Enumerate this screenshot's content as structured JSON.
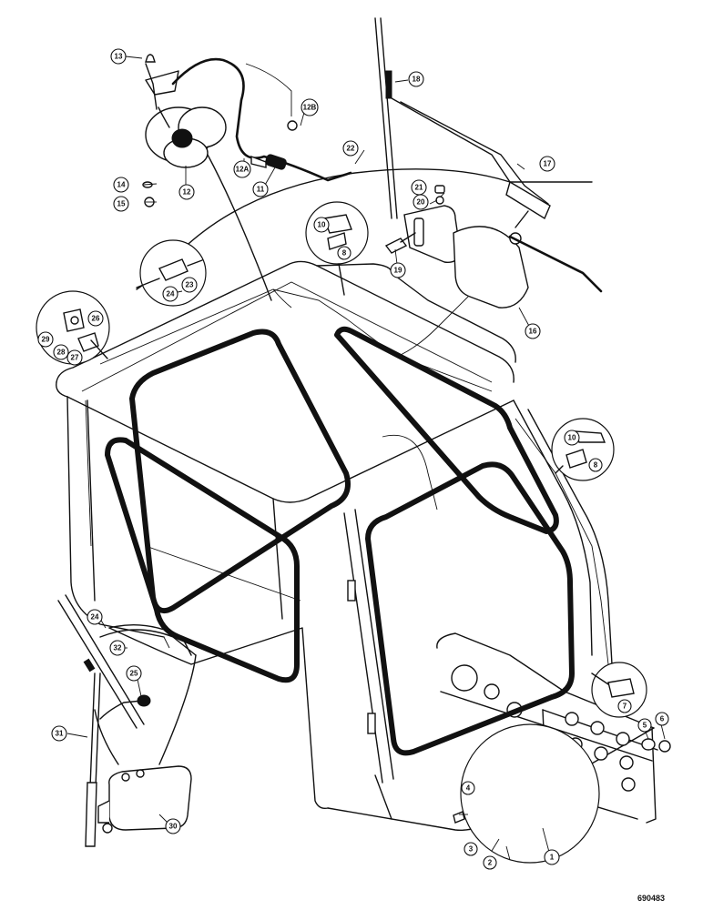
{
  "figure": {
    "drawing_code": "690483"
  },
  "callouts": [
    {
      "id": "c1",
      "label": "1"
    },
    {
      "id": "c2",
      "label": "2"
    },
    {
      "id": "c3",
      "label": "3"
    },
    {
      "id": "c4",
      "label": "4"
    },
    {
      "id": "c5",
      "label": "5"
    },
    {
      "id": "c6",
      "label": "6"
    },
    {
      "id": "c7",
      "label": "7"
    },
    {
      "id": "c8a",
      "label": "8"
    },
    {
      "id": "c8b",
      "label": "8"
    },
    {
      "id": "c10a",
      "label": "10"
    },
    {
      "id": "c10b",
      "label": "10"
    },
    {
      "id": "c11",
      "label": "11"
    },
    {
      "id": "c12",
      "label": "12"
    },
    {
      "id": "c12a",
      "label": "12A"
    },
    {
      "id": "c12b",
      "label": "12B"
    },
    {
      "id": "c13",
      "label": "13"
    },
    {
      "id": "c14",
      "label": "14"
    },
    {
      "id": "c15",
      "label": "15"
    },
    {
      "id": "c16",
      "label": "16"
    },
    {
      "id": "c17",
      "label": "17"
    },
    {
      "id": "c18",
      "label": "18"
    },
    {
      "id": "c19",
      "label": "19"
    },
    {
      "id": "c20",
      "label": "20"
    },
    {
      "id": "c21",
      "label": "21"
    },
    {
      "id": "c22",
      "label": "22"
    },
    {
      "id": "c23",
      "label": "23"
    },
    {
      "id": "c24a",
      "label": "24"
    },
    {
      "id": "c24b",
      "label": "24"
    },
    {
      "id": "c25",
      "label": "25"
    },
    {
      "id": "c26",
      "label": "26"
    },
    {
      "id": "c27",
      "label": "27"
    },
    {
      "id": "c28",
      "label": "28"
    },
    {
      "id": "c29",
      "label": "29"
    },
    {
      "id": "c30",
      "label": "30"
    },
    {
      "id": "c31",
      "label": "31"
    },
    {
      "id": "c32",
      "label": "32"
    }
  ]
}
